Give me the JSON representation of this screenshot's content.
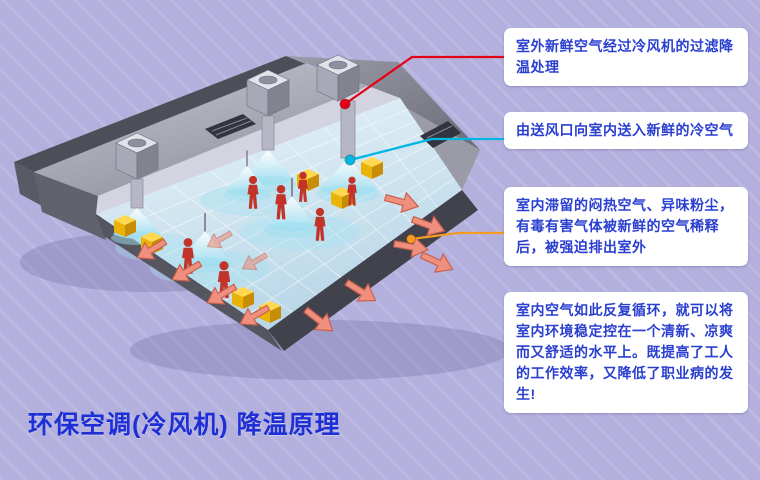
{
  "title": "环保空调(冷风机)  降温原理",
  "callouts": [
    {
      "text": "室外新鲜空气经过冷风机的过滤降温处理",
      "line_color": "#e60014"
    },
    {
      "text": "由送风口向室内送入新鲜的冷空气",
      "line_color": "#00b6e3"
    },
    {
      "text": "室内滞留的闷热空气、异味粉尘，有毒有害气体被新鲜的空气稀释后，被强迫排出室外",
      "line_color": "#f59a23"
    },
    {
      "text": "室内空气如此反复循环，就可以将室内环境稳定控在一个清新、凉爽而又舒适的水平上。既提高了工人的工作效率，又降低了职业病的发生!",
      "line_color": null
    }
  ],
  "colors": {
    "background": "#b3b0dd",
    "callout_background": "#ffffff",
    "callout_text": "#2a3fd0",
    "title_text": "#1f2fd6",
    "fresh_air_line": "#e60014",
    "supply_air_line": "#00b6e3",
    "exhaust_line": "#f59a23",
    "exhaust_arrow": "#ef8f7e",
    "cool_air": "#9adcf0"
  }
}
